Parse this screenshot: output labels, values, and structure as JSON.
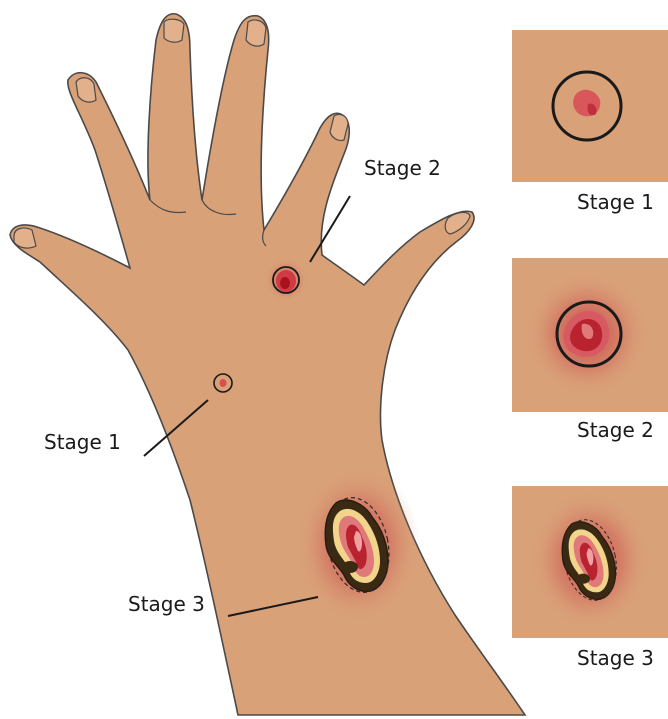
{
  "diagram": {
    "labels": {
      "hand_stage_1": "Stage 1",
      "hand_stage_2": "Stage 2",
      "hand_stage_3": "Stage 3"
    },
    "panels": [
      {
        "caption": "Stage 1"
      },
      {
        "caption": "Stage 2"
      },
      {
        "caption": "Stage 3"
      }
    ],
    "colors": {
      "skin": "#d9a178",
      "skin_outline": "#4a4a4a",
      "panel_bg": "#d9a178",
      "wound_red": "#b8232f",
      "wound_pink": "#e07a7a",
      "wound_dark": "#3a2a14",
      "wound_yellow": "#f2d48a"
    }
  }
}
